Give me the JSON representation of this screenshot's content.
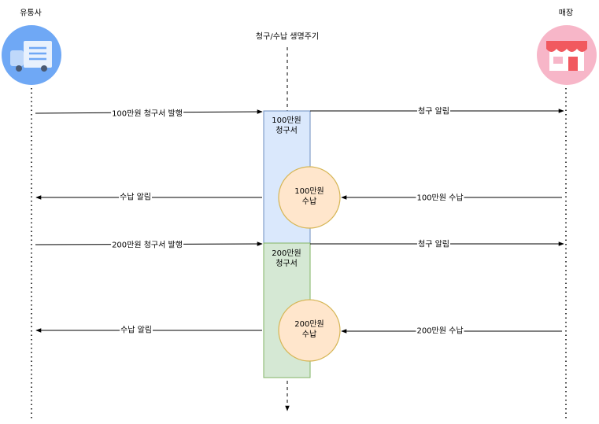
{
  "actors": {
    "distributor": {
      "label": "유통사",
      "icon": "delivery-truck-icon",
      "color": "#6FA8F5"
    },
    "lifecycle": {
      "label": "청구/수납 생명주기"
    },
    "store": {
      "label": "매장",
      "icon": "store-icon",
      "color": "#F7B6C8"
    }
  },
  "invoices": [
    {
      "line1": "100만원",
      "line2": "청구서",
      "color": "#DAE8FC",
      "border": "#6C8EBF"
    },
    {
      "line1": "200만원",
      "line2": "청구서",
      "color": "#D5E8D4",
      "border": "#82B366"
    }
  ],
  "payments": [
    {
      "line1": "100만원",
      "line2": "수납",
      "color": "#FFE6CC",
      "border": "#D6B656"
    },
    {
      "line1": "200만원",
      "line2": "수납",
      "color": "#FFE6CC",
      "border": "#D6B656"
    }
  ],
  "messages": [
    {
      "id": "issue1",
      "text": "100만원 청구서 발행"
    },
    {
      "id": "notify_bill1",
      "text": "청구 알림"
    },
    {
      "id": "pay1",
      "text": "100만원 수납"
    },
    {
      "id": "notify_pay1",
      "text": "수납 알림"
    },
    {
      "id": "issue2",
      "text": "200만원 청구서 발행"
    },
    {
      "id": "notify_bill2",
      "text": "청구 알림"
    },
    {
      "id": "pay2",
      "text": "200만원 수납"
    },
    {
      "id": "notify_pay2",
      "text": "수납 알림"
    }
  ]
}
